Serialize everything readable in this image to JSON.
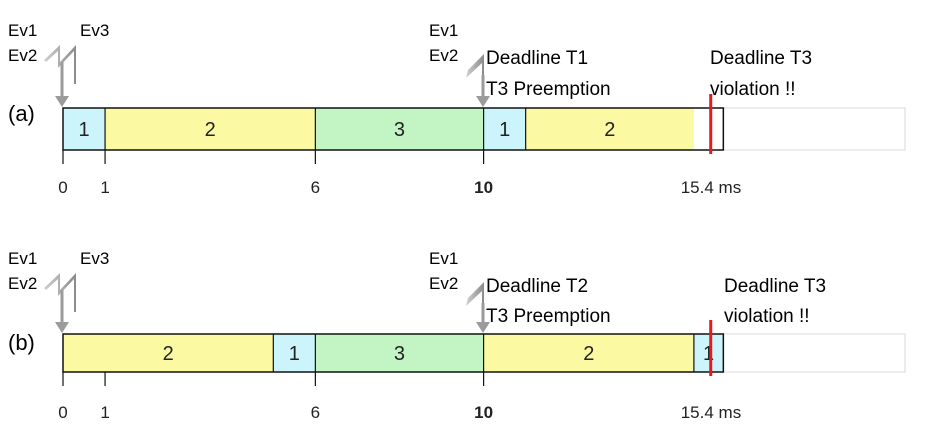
{
  "colors": {
    "task1": "#ccf5fb",
    "task2": "#fcf9a3",
    "task3": "#c3f4c4",
    "idle": "#ffffff",
    "idle_border": "#d9d9d9",
    "bar_border": "#111111",
    "deadline": "#e8191c",
    "arrow": "#9b9b9b",
    "text": "#222222"
  },
  "panels": [
    {
      "label": "(a)",
      "events_start": [
        "Ev1",
        "Ev2"
      ],
      "event_ev3": "Ev3",
      "events_mid": [
        "Ev1",
        "Ev2"
      ],
      "annotation_mid": [
        "Deadline T1",
        "T3 Preemption"
      ],
      "annotation_right": [
        "Deadline T3",
        "violation !!"
      ],
      "segments": [
        {
          "task": "1",
          "start": 0,
          "end": 1,
          "label": "1"
        },
        {
          "task": "2",
          "start": 1,
          "end": 6,
          "label": "2"
        },
        {
          "task": "3",
          "start": 6,
          "end": 10,
          "label": "3"
        },
        {
          "task": "1",
          "start": 10,
          "end": 11,
          "label": "1"
        },
        {
          "task": "2",
          "start": 11,
          "end": 15,
          "label": "2"
        }
      ],
      "busy_end": 15.7,
      "deadline_at": 15.4,
      "ticks": [
        {
          "at": 0,
          "label": "0",
          "bold": false
        },
        {
          "at": 1,
          "label": "1",
          "bold": false
        },
        {
          "at": 6,
          "label": "6",
          "bold": false
        },
        {
          "at": 10,
          "label": "10",
          "bold": true
        },
        {
          "at": 15.4,
          "label": "15.4 ms",
          "bold": false
        }
      ]
    },
    {
      "label": "(b)",
      "events_start": [
        "Ev1",
        "Ev2"
      ],
      "event_ev3": "Ev3",
      "events_mid": [
        "Ev1",
        "Ev2"
      ],
      "annotation_mid": [
        "Deadline T2",
        "T3 Preemption"
      ],
      "annotation_right": [
        "Deadline T3",
        "violation !!"
      ],
      "segments": [
        {
          "task": "2",
          "start": 0,
          "end": 5,
          "label": "2"
        },
        {
          "task": "1",
          "start": 5,
          "end": 6,
          "label": "1"
        },
        {
          "task": "3",
          "start": 6,
          "end": 10,
          "label": "3"
        },
        {
          "task": "2",
          "start": 10,
          "end": 15,
          "label": "2"
        },
        {
          "task": "1",
          "start": 15,
          "end": 15.7,
          "label": "1"
        }
      ],
      "busy_end": 15.7,
      "deadline_at": 15.4,
      "ticks": [
        {
          "at": 0,
          "label": "0",
          "bold": false
        },
        {
          "at": 1,
          "label": "1",
          "bold": false
        },
        {
          "at": 6,
          "label": "6",
          "bold": false
        },
        {
          "at": 10,
          "label": "10",
          "bold": true
        },
        {
          "at": 15.4,
          "label": "15.4 ms",
          "bold": false
        }
      ]
    }
  ]
}
